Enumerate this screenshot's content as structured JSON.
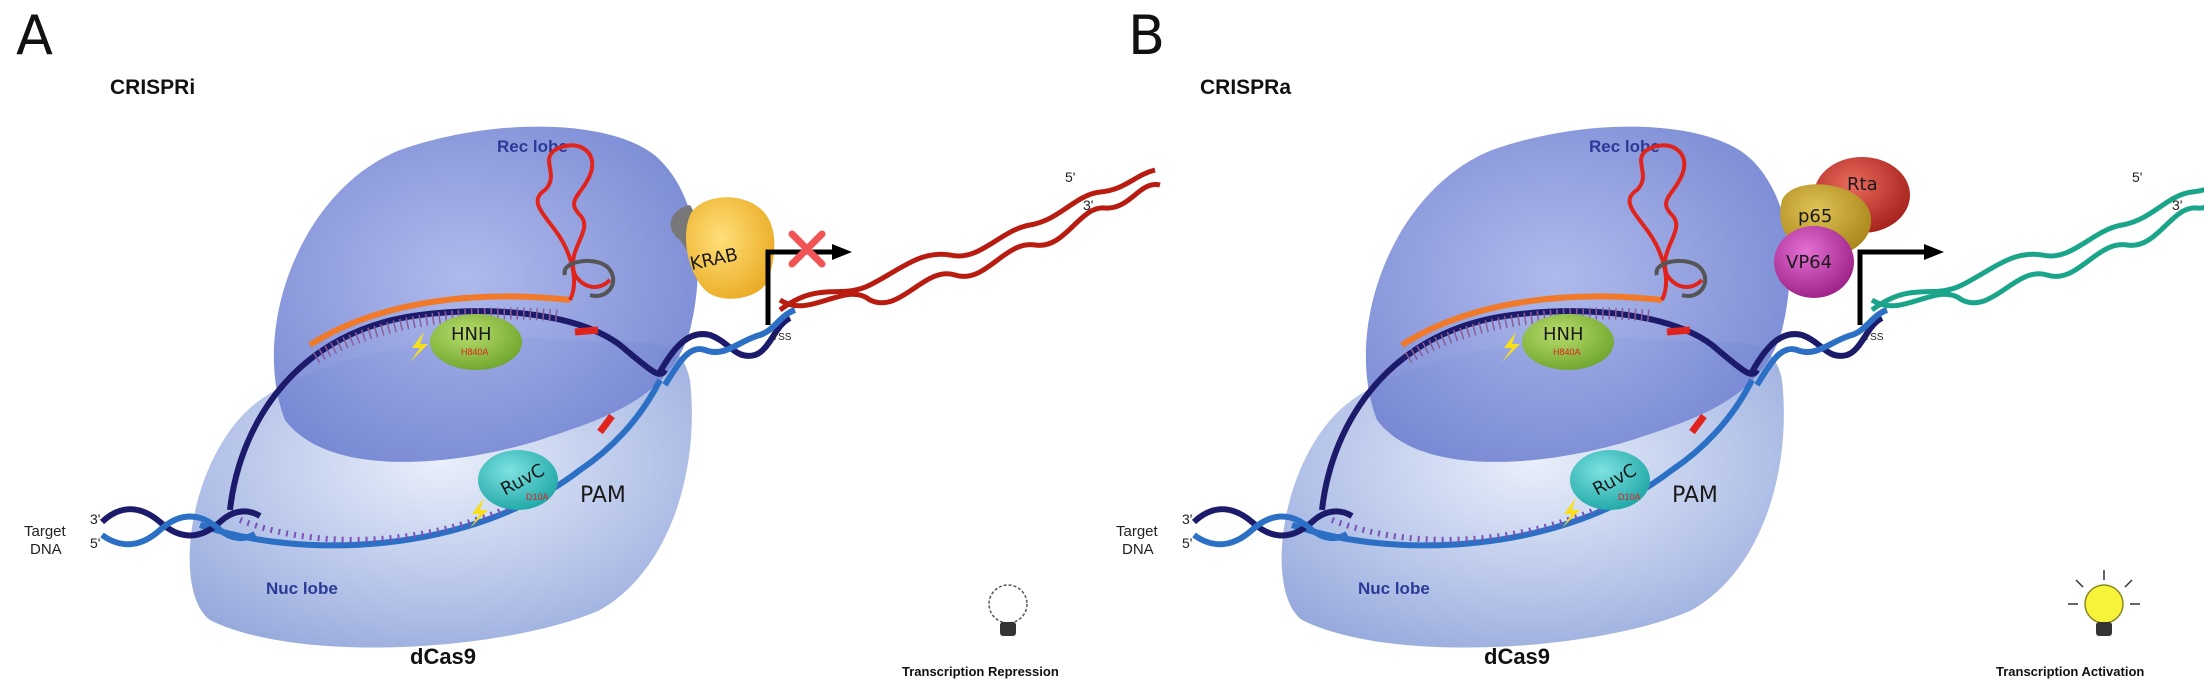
{
  "panels": [
    {
      "letter": "A",
      "mode": "CRISPRi",
      "rec_lobe": "Rec lobe",
      "nuc_lobe": "Nuc lobe",
      "hnh": "HNH",
      "hnh_mutation": "H840A",
      "ruvc": "RuvC",
      "ruvc_mutation": "D10A",
      "pam": "PAM",
      "target_dna_line1": "Target",
      "target_dna_line2": "DNA",
      "end_3_left": "3'",
      "end_5_left": "5'",
      "end_5_right": "5'",
      "end_3_right": "3'",
      "tss": "TSS",
      "effectors": [
        "KRAB"
      ],
      "cas": "dCas9",
      "outcome": "Transcription Repression",
      "transcript_color": "#b81c10",
      "bulb": "off"
    },
    {
      "letter": "B",
      "mode": "CRISPRa",
      "rec_lobe": "Rec lobe",
      "nuc_lobe": "Nuc lobe",
      "hnh": "HNH",
      "hnh_mutation": "H840A",
      "ruvc": "RuvC",
      "ruvc_mutation": "D10A",
      "pam": "PAM",
      "target_dna_line1": "Target",
      "target_dna_line2": "DNA",
      "end_3_left": "3'",
      "end_5_left": "5'",
      "end_5_right": "5'",
      "end_3_right": "3'",
      "tss": "TSS",
      "effectors": [
        "Rta",
        "p65",
        "VP64"
      ],
      "cas": "dCas9",
      "outcome": "Transcription Activation",
      "transcript_color": "#1aa58a",
      "bulb": "on"
    }
  ],
  "colors": {
    "rec_lobe": "#7f8fd6",
    "nuc_lobe": "#a9b7e2",
    "dna_dark": "#1c1a6b",
    "dna_mid": "#2b70c4",
    "sgrna": "#e0241b",
    "spacer": "#f07a2a",
    "hnh": "#8fc03f",
    "ruvc": "#3ec3c3",
    "krab": "#f5c43a",
    "rta": "#c9332f",
    "p65": "#c8a22d",
    "vp64": "#c43ba8",
    "block_x": "#f05454",
    "bulb_on": "#f7f23a"
  }
}
